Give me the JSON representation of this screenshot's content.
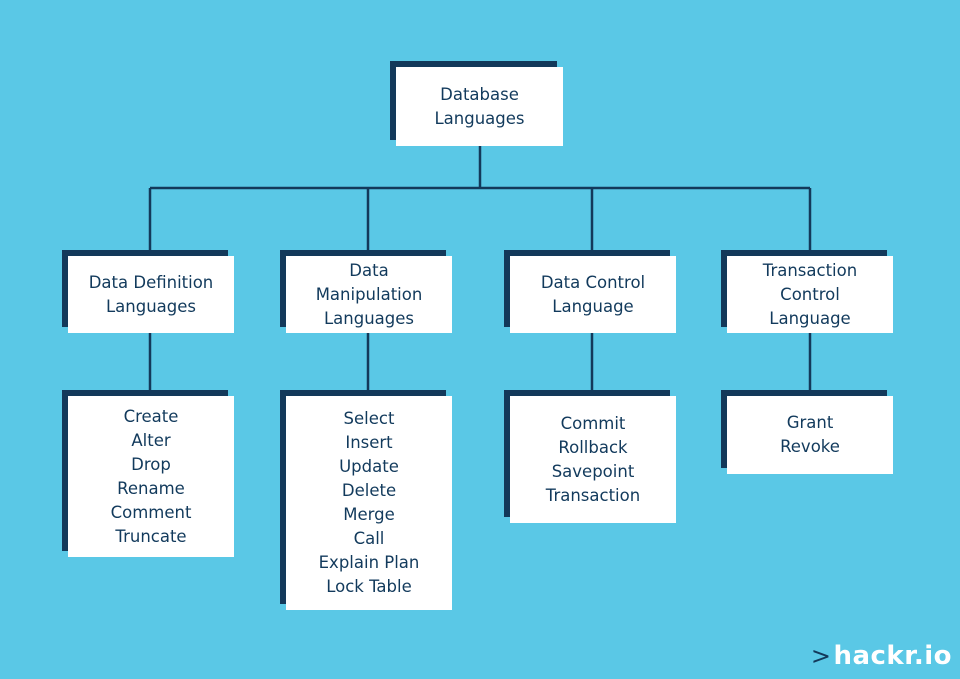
{
  "colors": {
    "background": "#5ac8e6",
    "box": "#ffffff",
    "accent": "#13395a",
    "text": "#123a5c"
  },
  "root": {
    "lines": [
      "Database",
      "Languages"
    ]
  },
  "categories": [
    {
      "lines": [
        "Data Definition",
        "Languages"
      ],
      "commands": [
        "Create",
        "Alter",
        "Drop",
        "Rename",
        "Comment",
        "Truncate"
      ]
    },
    {
      "lines": [
        "Data",
        "Manipulation",
        "Languages"
      ],
      "commands": [
        "Select",
        "Insert",
        "Update",
        "Delete",
        "Merge",
        "Call",
        "Explain Plan",
        "Lock Table"
      ]
    },
    {
      "lines": [
        "Data Control",
        "Language"
      ],
      "commands": [
        "Commit",
        "Rollback",
        "Savepoint",
        "Transaction"
      ]
    },
    {
      "lines": [
        "Transaction",
        "Control",
        "Language"
      ],
      "commands": [
        "Grant",
        "Revoke"
      ]
    }
  ],
  "logo": {
    "chevron": ">",
    "text": "hackr.io"
  }
}
